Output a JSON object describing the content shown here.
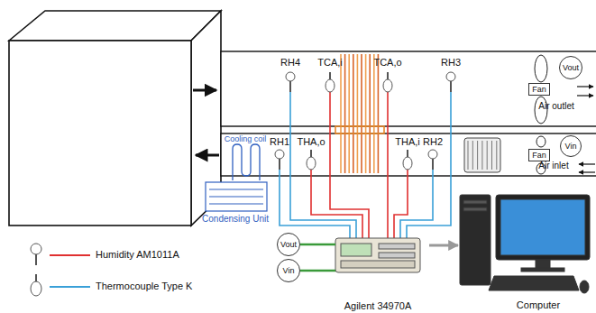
{
  "diagram": {
    "nodes": [
      {
        "text": [
          "Vout"
        ]
      },
      {
        "text": [
          "Fan"
        ]
      },
      {
        "text": [
          "Vin"
        ]
      },
      {
        "text": [
          "Fan"
        ]
      },
      {
        "text": [
          "Vout"
        ]
      },
      {
        "text": [
          "Vin"
        ]
      },
      {
        "text": [
          "Agilent 34970A"
        ]
      },
      {
        "text": [
          "Computer"
        ]
      }
    ],
    "edges": [
      {
        "from": 4,
        "to": 6,
        "arrow": "none"
      },
      {
        "from": 5,
        "to": 6,
        "arrow": "none"
      },
      {
        "from": 6,
        "to": 7,
        "arrow": "to"
      }
    ],
    "labels": [
      "RH4",
      "TCA,i",
      "TCA,o",
      "RH3",
      "Air outlet",
      "Cooling coil",
      "RH1",
      "THA,o",
      "THA,i",
      "RH2",
      "Air inlet",
      "Condensing Unit"
    ],
    "legend": [
      {
        "text": "Humidity AM1011A"
      },
      {
        "text": "Thermocouple Type K"
      }
    ]
  }
}
